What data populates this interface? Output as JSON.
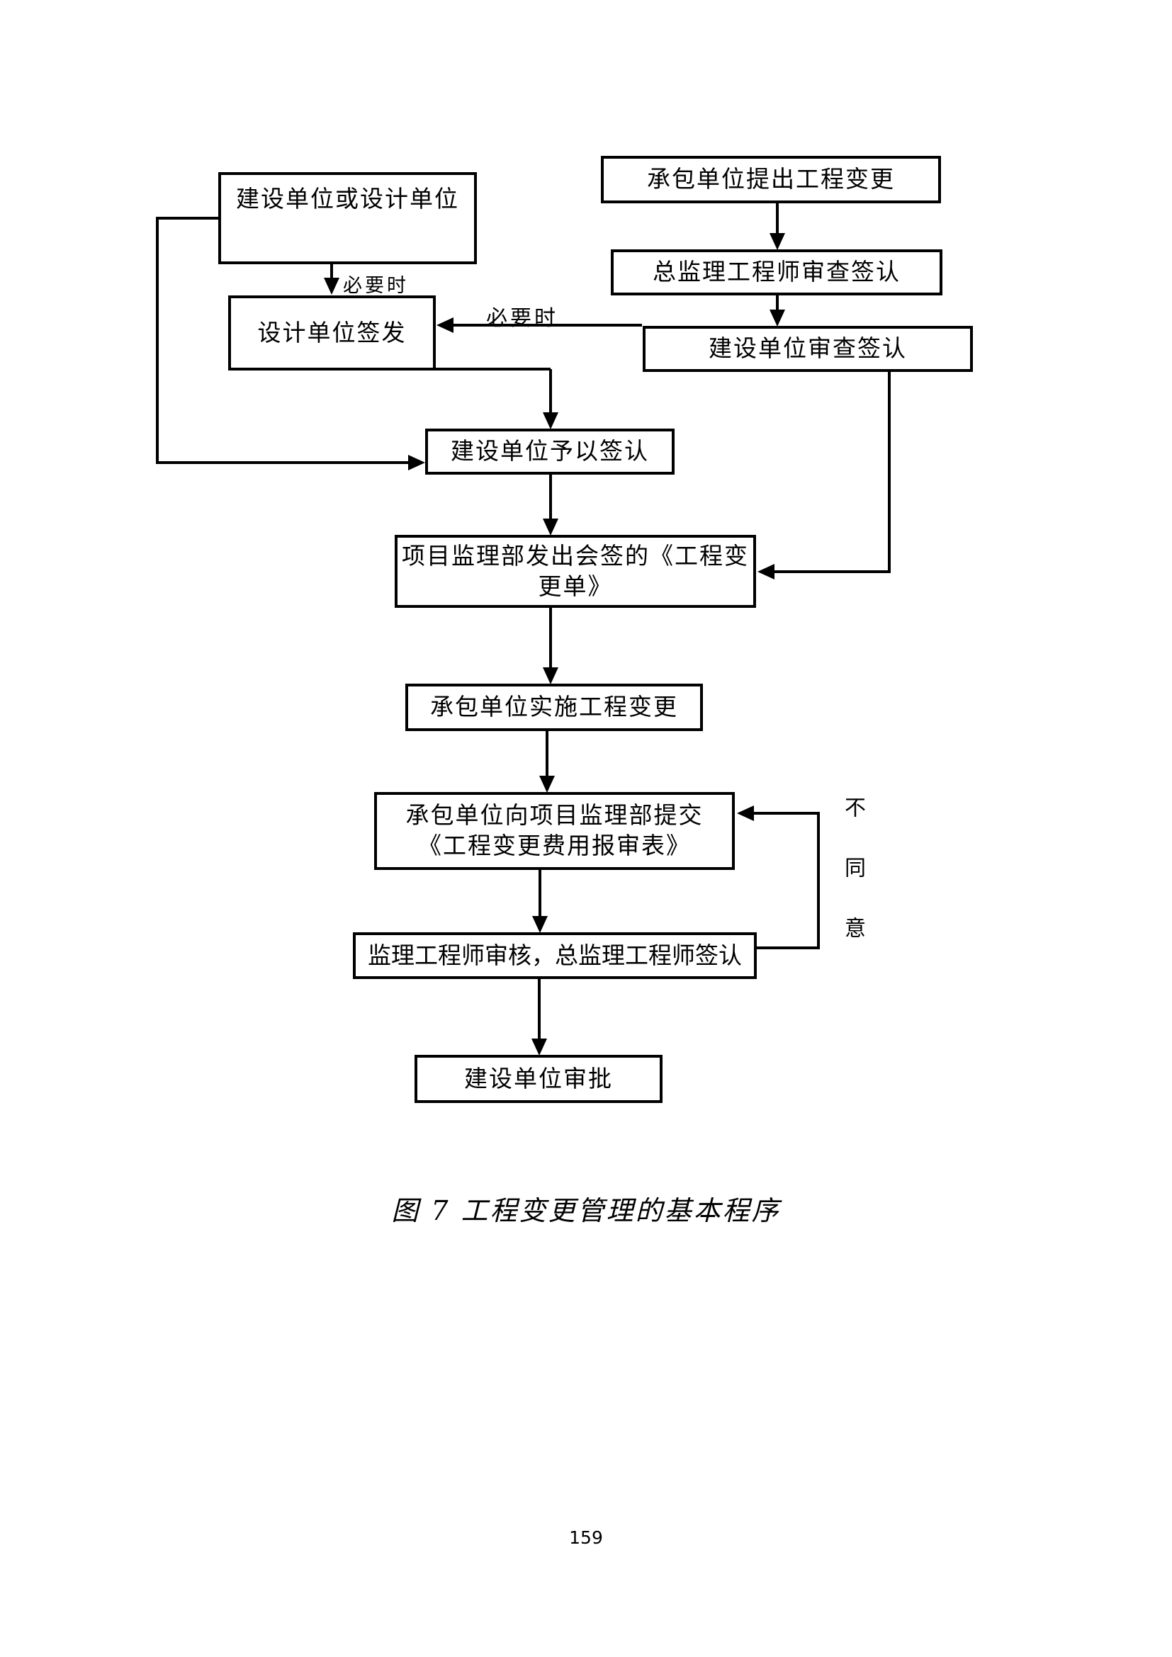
{
  "page": {
    "caption": "图 7  工程变更管理的基本程序",
    "page_number": "159"
  },
  "flowchart": {
    "boxes": [
      {
        "id": "construction-or-design-unit",
        "label": "建设单位或设计单位"
      },
      {
        "id": "design-unit-issues",
        "label": "设计单位签发"
      },
      {
        "id": "contractor-proposes-change",
        "label": "承包单位提出工程变更"
      },
      {
        "id": "chief-engineer-review-sign",
        "label": "总监理工程师审查签认"
      },
      {
        "id": "owner-review-sign",
        "label": "建设单位审查签认"
      },
      {
        "id": "owner-grants-signature",
        "label": "建设单位予以签认"
      },
      {
        "id": "supervision-dept-issues-order",
        "lines": [
          "项目监理部发出会签的《工程变",
          "更单》"
        ]
      },
      {
        "id": "contractor-implements-change",
        "label": "承包单位实施工程变更"
      },
      {
        "id": "contractor-submits-cost-form",
        "lines": [
          "承包单位向项目监理部提交",
          "《工程变更费用报审表》"
        ]
      },
      {
        "id": "engineer-reviews-chief-signs",
        "label": "监理工程师审核，总监理工程师签认"
      },
      {
        "id": "owner-approval",
        "label": "建设单位审批"
      }
    ],
    "labels": {
      "when_necessary_top": "必要时",
      "when_necessary_mid": "必要时",
      "disagree": "不同意"
    }
  }
}
